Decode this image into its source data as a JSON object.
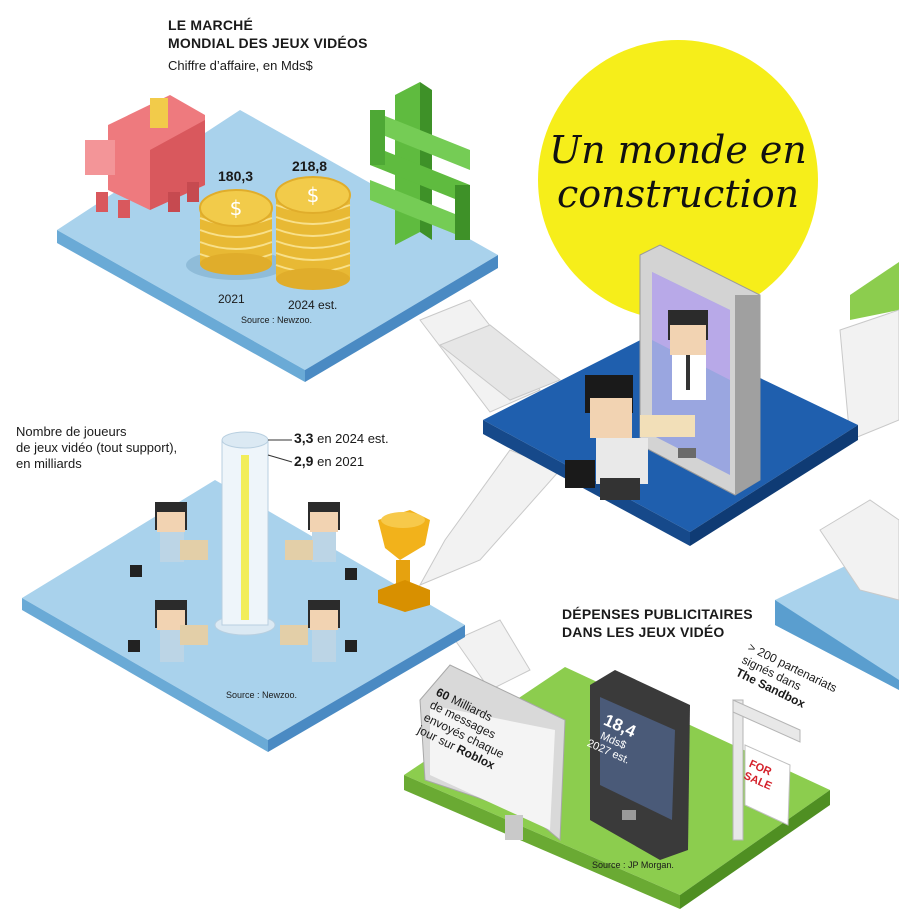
{
  "main_title": "Un monde en construction",
  "market": {
    "title_line1": "LE MARCHÉ",
    "title_line2": "MONDIAL DES JEUX VIDÉOS",
    "subtitle": "Chiffre d’affaire, en Mds$",
    "value_2021": "180,3",
    "value_2024": "218,8",
    "label_2021": "2021",
    "label_2024": "2024 est.",
    "source": "Source : Newzoo."
  },
  "players": {
    "line1": "Nombre de joueurs",
    "line2": "de jeux vidéo (tout support),",
    "line3": "en milliards",
    "value_2024": "3,3",
    "suffix_2024": "en 2024 est.",
    "value_2021": "2,9",
    "suffix_2021": "en 2021",
    "source": "Source  : Newzoo."
  },
  "ads": {
    "title_line1": "DÉPENSES PUBLICITAIRES",
    "title_line2": "DANS LES JEUX VIDÉO",
    "billboard_num": "60",
    "billboard_l1": "Milliards",
    "billboard_l2": "de messages",
    "billboard_l3": "envoyés chaque",
    "billboard_l4": "jour sur",
    "billboard_brand": "Roblox",
    "phone_value": "18,4",
    "phone_unit": "Mds$",
    "phone_year": "2027 est.",
    "partners_l1": "> 200 partenariats",
    "partners_l2": "signés dans",
    "partners_brand": "The Sandbox",
    "sign_l1": "FOR",
    "sign_l2": "SALE",
    "source": "Source : JP Morgan."
  },
  "colors": {
    "platform_blue": "#a9d2ec",
    "platform_dark": "#1f5fae",
    "platform_green": "#8ccd4e",
    "sun_yellow": "#f6ee1a",
    "coin_gold": "#f2cb4a",
    "pig_pink": "#ee7a7e",
    "dollar_green": "#5fbb3f"
  },
  "chart_data": [
    {
      "type": "bar",
      "categories": [
        "2021",
        "2024 est."
      ],
      "values": [
        180.3,
        218.8
      ],
      "title": "LE MARCHÉ MONDIAL DES JEUX VIDÉOS",
      "subtitle": "Chiffre d’affaire, en Mds$"
    },
    {
      "type": "bar",
      "categories": [
        "2021",
        "2024 est."
      ],
      "values": [
        2.9,
        3.3
      ],
      "title": "Nombre de joueurs de jeux vidéo (tout support), en milliards"
    }
  ]
}
